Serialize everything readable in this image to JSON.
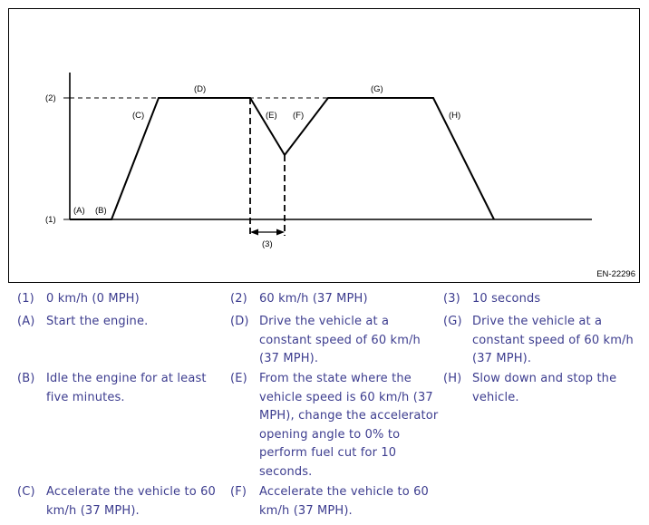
{
  "figure": {
    "figure_id": "EN-22296",
    "y_labels": {
      "low": "(1)",
      "high": "(2)"
    },
    "phase_labels": [
      "(A)",
      "(B)",
      "(C)",
      "(D)",
      "(E)",
      "(F)",
      "(G)",
      "(H)"
    ],
    "interval_label": "(3)"
  },
  "legend": {
    "k1": "(1)",
    "t1": "0 km/h (0 MPH)",
    "k2": "(2)",
    "t2": "60 km/h (37 MPH)",
    "k3": "(3)",
    "t3": "10 seconds",
    "kA": "(A)",
    "tA": "Start the engine.",
    "kD": "(D)",
    "tD1": "Drive the vehicle at a",
    "tD2": "constant speed of 60 km/h",
    "tD3": "(37 MPH).",
    "kG": "(G)",
    "tG1": "Drive the vehicle at a",
    "tG2": "constant speed of 60 km/h",
    "tG3": "(37 MPH).",
    "kB": "(B)",
    "tB1": "Idle the engine for at least",
    "tB2": "five minutes.",
    "kE": "(E)",
    "tE1": "From the state where the",
    "tE2": "vehicle speed is 60 km/h (37",
    "tE3": "MPH), change the accelerator",
    "tE4": "opening angle to 0% to",
    "tE5": "perform fuel cut for 10",
    "tE6": "seconds.",
    "kH": "(H)",
    "tH1": "Slow down and stop the",
    "tH2": "vehicle.",
    "kC": "(C)",
    "tC1": "Accelerate the vehicle to 60",
    "tC2": "km/h (37 MPH).",
    "kF": "(F)",
    "tF1": "Accelerate the vehicle to 60",
    "tF2": "km/h (37 MPH)."
  }
}
